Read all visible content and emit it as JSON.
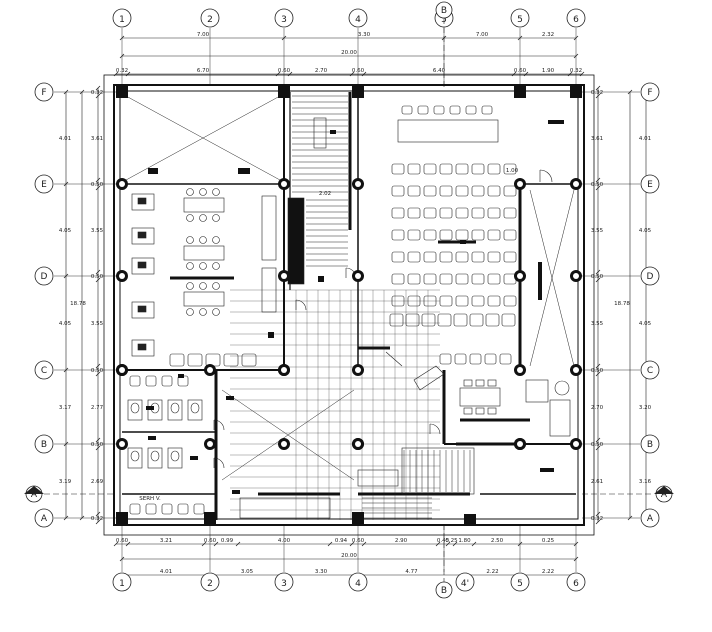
{
  "grid": {
    "columns": [
      "1",
      "2",
      "3",
      "4",
      "5",
      "5",
      "6"
    ],
    "bottom_columns": [
      "1",
      "2",
      "3",
      "4",
      "4'",
      "5",
      "6"
    ],
    "rows": [
      "F",
      "E",
      "D",
      "C",
      "B",
      "A",
      "A"
    ],
    "section_marks": [
      "A",
      "A",
      "B",
      "B"
    ]
  },
  "dimensions": {
    "top_outer": [
      "7.00",
      "3.30",
      "7.00",
      "2.32"
    ],
    "top_total": "20.00",
    "top_inner": [
      "0.32",
      "6.70",
      "0.60",
      "2.70",
      "0.60",
      "6.40",
      "0.60",
      "1.90",
      "0.32"
    ],
    "left_outer": [
      "4.01",
      "4.05",
      "4.05",
      "3.17",
      "3.19"
    ],
    "left_total": "18.78",
    "left_inner": [
      "0.32",
      "3.61",
      "0.50",
      "3.55",
      "0.50",
      "3.55",
      "0.50",
      "2.77",
      "0.50",
      "2.69",
      "0.32"
    ],
    "right_outer": [
      "4.01",
      "4.05",
      "4.05",
      "3.20",
      "3.16"
    ],
    "right_total": "18.78",
    "right_inner": [
      "0.32",
      "3.61",
      "0.50",
      "3.55",
      "0.50",
      "3.55",
      "0.50",
      "2.70",
      "0.50",
      "2.61",
      "0.32"
    ],
    "bottom_inner": [
      "0.60",
      "3.21",
      "0.60",
      "0.99",
      "4.00",
      "0.94",
      "0.60",
      "2.90",
      "0.45",
      "0.25",
      "1.80",
      "2.50",
      "0.25"
    ],
    "bottom_total": "20.00",
    "bottom_outer": [
      "4.01",
      "3.05",
      "3.30",
      "4.77",
      "2.22",
      "2.22"
    ]
  },
  "room_labels": {
    "stair_width": "2.02",
    "door_width": "1.00",
    "toilet_label": "SERH V."
  }
}
